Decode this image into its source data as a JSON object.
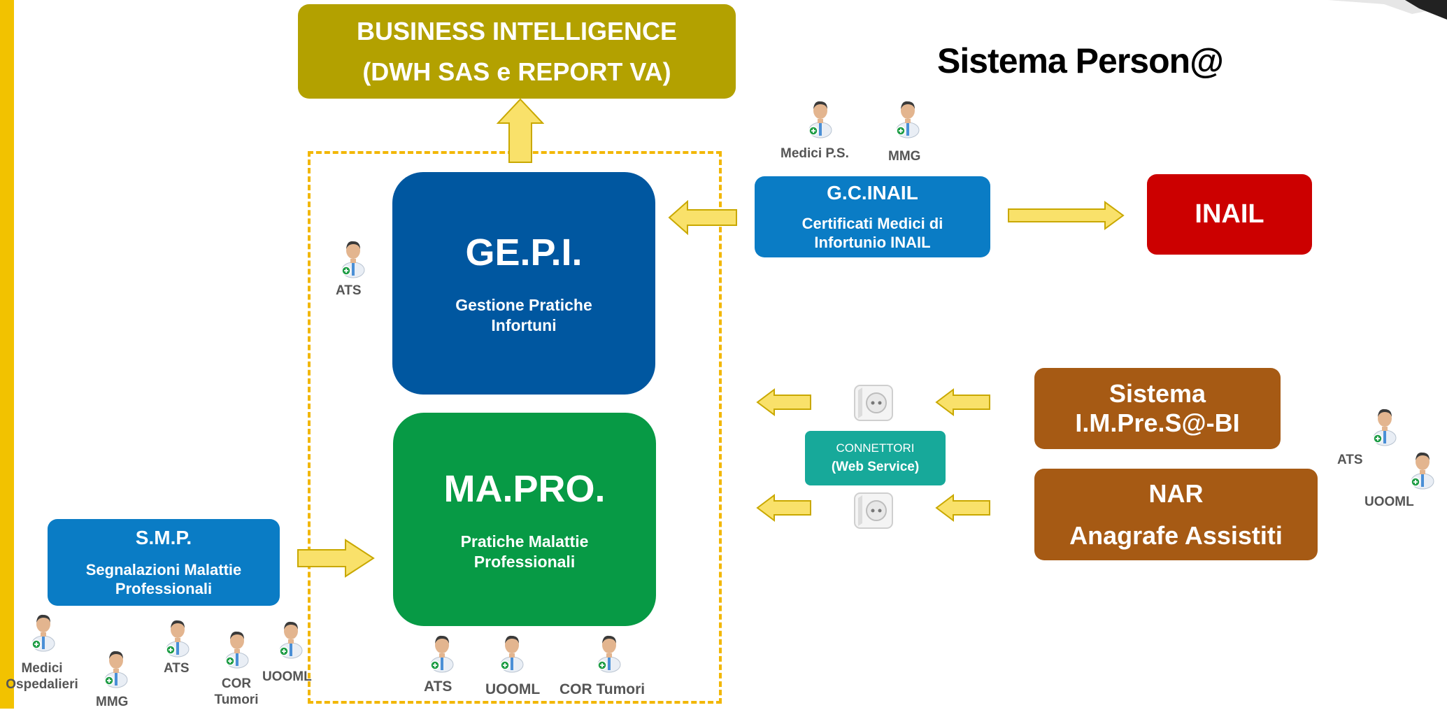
{
  "title": "Sistema Person@",
  "business_intelligence": {
    "line1": "BUSINESS INTELLIGENCE",
    "line2": "(DWH SAS e REPORT VA)"
  },
  "gepi": {
    "name": "GE.P.I.",
    "desc1": "Gestione Pratiche",
    "desc2": "Infortuni"
  },
  "mapro": {
    "name": "MA.PRO.",
    "desc1": "Pratiche Malattie",
    "desc2": "Professionali"
  },
  "gcinail": {
    "name": "G.C.INAIL",
    "desc1": "Certificati Medici di",
    "desc2": "Infortunio INAIL"
  },
  "inail": {
    "name": "INAIL"
  },
  "smp": {
    "name": "S.M.P.",
    "desc1": "Segnalazioni Malattie",
    "desc2": "Professionali"
  },
  "impresa": {
    "line1": "Sistema",
    "line2": "I.M.Pre.S@-BI"
  },
  "nar": {
    "line1": "NAR",
    "line2": "Anagrafe Assistiti"
  },
  "connettori": {
    "label": "CONNETTORI",
    "sub": "(Web Service)"
  },
  "users": {
    "ats_gepi": "ATS",
    "medici_ps": "Medici P.S.",
    "mmg_top": "MMG",
    "ats_right": "ATS",
    "uooml_right": "UOOML",
    "medici_osp_1": "Medici",
    "medici_osp_2": "Ospedalieri",
    "mmg_bottom": "MMG",
    "ats_bottom": "ATS",
    "cor_1": "COR",
    "cor_2": "Tumori",
    "uooml_bottom": "UOOML",
    "ats_mapro": "ATS",
    "uooml_mapro": "UOOML",
    "cor_tumori_mapro": "COR Tumori"
  },
  "colors": {
    "bi": "#b3a100",
    "gepi": "#0057a0",
    "mapro": "#079a45",
    "gcinail": "#0a7cc5",
    "inail": "#cc0000",
    "impresa": "#a65a14",
    "connettori": "#17a99a",
    "arrow_fill": "#f9e16a",
    "arrow_stroke": "#c9a800",
    "dashed": "#f2b705"
  }
}
